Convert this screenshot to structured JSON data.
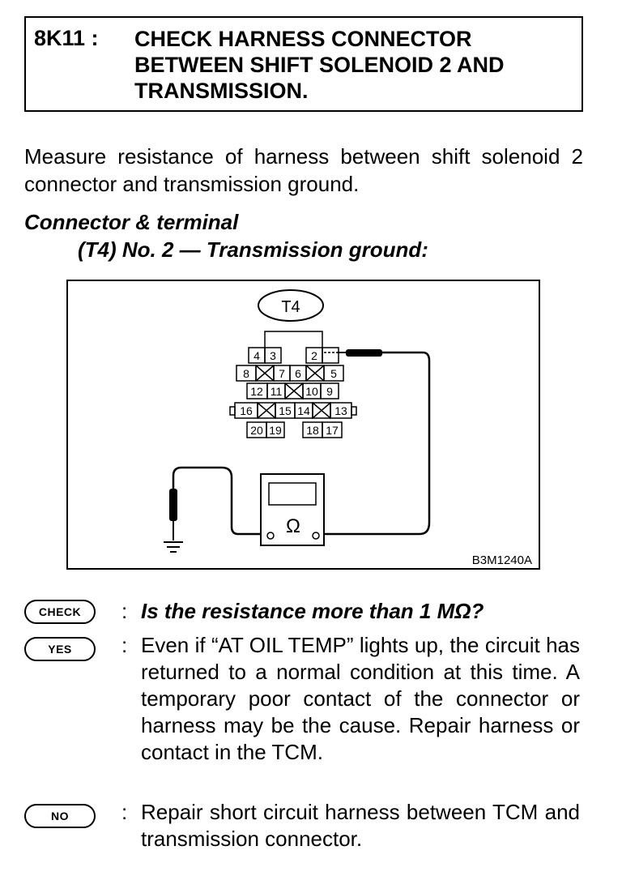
{
  "header": {
    "step_id": "8K11 :",
    "title": "CHECK HARNESS CONNECTOR BETWEEN SHIFT SOLENOID 2 AND TRANSMISSION."
  },
  "intro": "Measure resistance of harness between shift solenoid 2 connector and transmission ground.",
  "connector": {
    "heading": "Connector & terminal",
    "spec": "(T4) No. 2 — Transmission ground:"
  },
  "diagram": {
    "connector_label": "T4",
    "row1": [
      "4",
      "3",
      "2"
    ],
    "row2": [
      "8",
      "7",
      "6",
      "5"
    ],
    "row3": [
      "12",
      "11",
      "10",
      "9"
    ],
    "row4": [
      "16",
      "15",
      "14",
      "13"
    ],
    "row5": [
      "20",
      "19",
      "18",
      "17"
    ],
    "meter_symbol": "Ω",
    "figure_code": "B3M1240A"
  },
  "check": {
    "label": "CHECK",
    "question": "Is the resistance more than 1 MΩ?"
  },
  "yes": {
    "label": "YES",
    "text": "Even if “AT OIL TEMP” lights up, the circuit has returned to a normal condition at this time. A temporary poor contact of the connector or harness may be the cause. Repair harness or contact in the TCM."
  },
  "no": {
    "label": "NO",
    "text": "Repair short circuit harness between TCM and transmission connector."
  },
  "separator": ":"
}
